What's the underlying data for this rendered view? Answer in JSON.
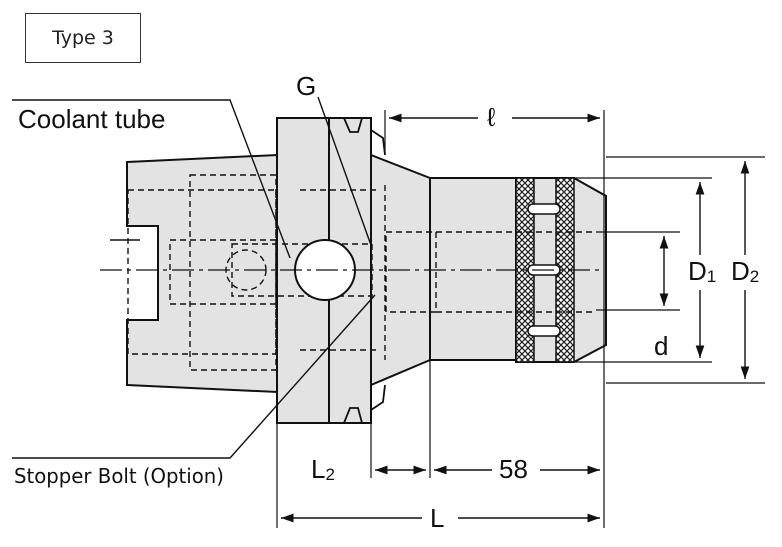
{
  "type_label": "Type 3",
  "labels": {
    "coolant_tube": "Coolant tube",
    "stopper_bolt": "Stopper Bolt (Option)",
    "g": "G",
    "ell": "ℓ",
    "l2_main": "L",
    "l2_sub": "2",
    "fifty_eight": "58",
    "l": "L",
    "d1_main": "D",
    "d1_sub": "1",
    "d2_main": "D",
    "d2_sub": "2",
    "d": "d"
  }
}
